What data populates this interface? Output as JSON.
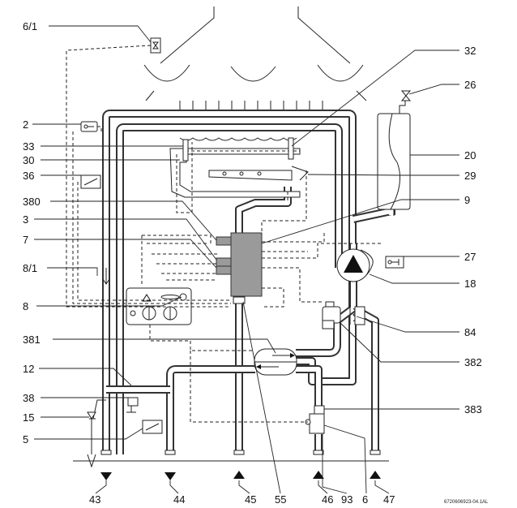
{
  "labels": {
    "l6_1": "6/1",
    "l2": "2",
    "l33": "33",
    "l30": "30",
    "l36": "36",
    "l380": "380",
    "l3": "3",
    "l7": "7",
    "l8_1": "8/1",
    "l8": "8",
    "l381": "381",
    "l12": "12",
    "l38": "38",
    "l15": "15",
    "l5": "5",
    "l32": "32",
    "l26": "26",
    "l20": "20",
    "l29": "29",
    "l9": "9",
    "l27": "27",
    "l18": "18",
    "l84": "84",
    "l382": "382",
    "l383": "383",
    "b43": "43",
    "b44": "44",
    "b45": "45",
    "b55": "55",
    "b46": "46",
    "b93": "93",
    "b6": "6",
    "b47": "47"
  },
  "figure_code": "6720606923-04.1AL",
  "icons": [
    "flow-direction-arrow-icon",
    "warning-triangle-icon",
    "pump-arrow-icon",
    "check-valve-icon"
  ]
}
